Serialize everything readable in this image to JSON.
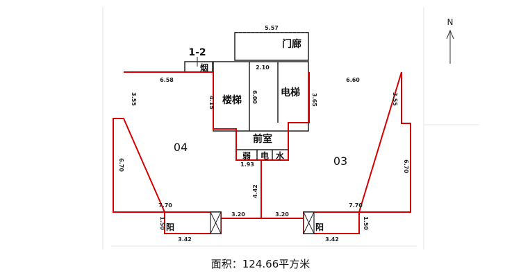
{
  "north_label": "N",
  "caption": "面积：124.66平方米",
  "rooms": {
    "unit_04": "04",
    "unit_03": "03",
    "stairs": "楼梯",
    "elevator": "电梯",
    "lobby": "前室",
    "porch": "门廊",
    "chimney": "烟",
    "weak_current": "弱",
    "electric": "电",
    "water": "水",
    "balcony_left": "阳",
    "balcony_right": "阳",
    "grid_mark": "1-2"
  },
  "dimensions": {
    "porch_width": "5.57",
    "core_width": "2.10",
    "left_top": "6.58",
    "right_top": "6.60",
    "left_side_top": "3.55",
    "right_side_top": "3.55",
    "stair_depth": "4.15",
    "core_depth": "6.00",
    "elevator_depth": "3.65",
    "left_side": "6.70",
    "right_side": "6.70",
    "left_bottom": "7.70",
    "right_bottom": "7.70",
    "lobby_width": "1.93",
    "corridor_depth": "4.42",
    "left_recess": "3.20",
    "right_recess": "3.20",
    "balcony_left_depth": "1.50",
    "balcony_right_depth": "1.50",
    "balcony_left_width": "3.42",
    "balcony_right_width": "3.42"
  }
}
